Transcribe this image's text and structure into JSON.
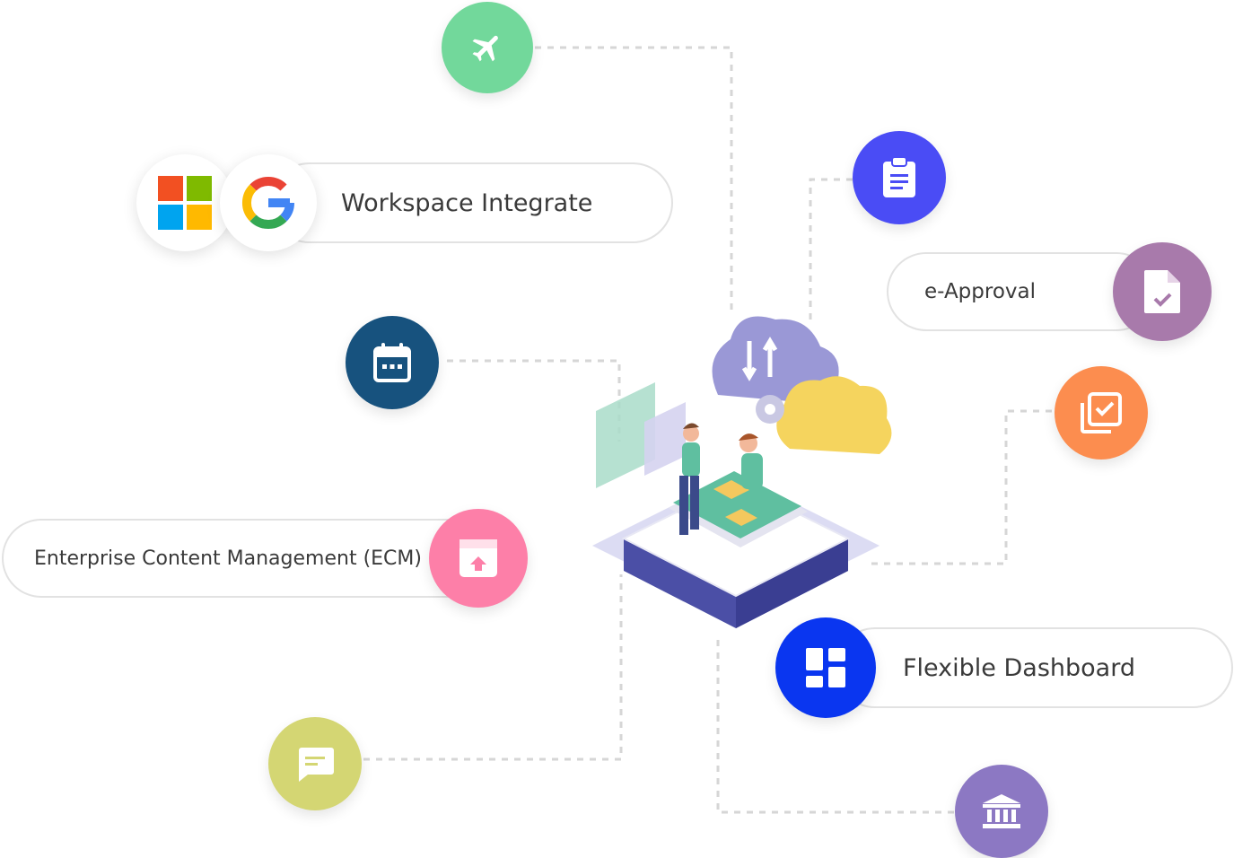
{
  "features": {
    "workspace": {
      "label": "Workspace Integrate",
      "icons": [
        "microsoft-logo",
        "google-logo"
      ]
    },
    "approval": {
      "label": "e-Approval",
      "icon": "document-check-icon"
    },
    "ecm": {
      "label": "Enterprise Content Management (ECM)",
      "icon": "archive-upload-icon"
    },
    "dashboard": {
      "label": "Flexible Dashboard",
      "icon": "dashboard-grid-icon"
    }
  },
  "nodes": [
    {
      "name": "airplane-icon",
      "color": "#72d89b"
    },
    {
      "name": "clipboard-icon",
      "color": "#4a4cf5"
    },
    {
      "name": "calendar-icon",
      "color": "#17527e"
    },
    {
      "name": "task-check-icon",
      "color": "#fc8d4f"
    },
    {
      "name": "chat-icon",
      "color": "#d4d673"
    },
    {
      "name": "bank-icon",
      "color": "#8c78c3"
    }
  ],
  "colors": {
    "approval": "#a87aab",
    "ecm": "#fd7fa8",
    "dashboard": "#0a36f0",
    "connector": "#d6d6d6"
  }
}
